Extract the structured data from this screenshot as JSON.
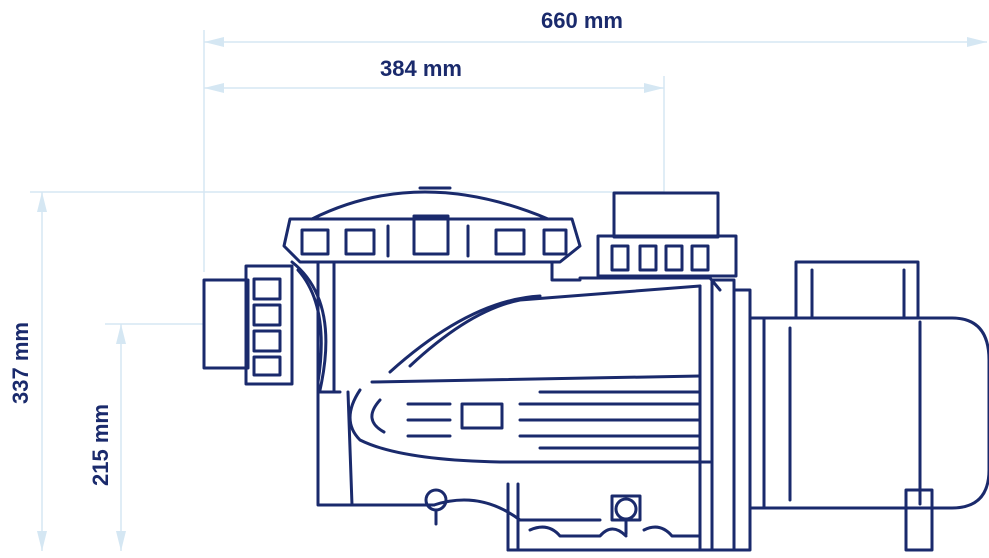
{
  "colors": {
    "dimension": "#d5e7f3",
    "dimension_text": "#1a2a6c",
    "drawing": "#1a2a6c",
    "background": "#ffffff"
  },
  "dimensions": {
    "overall_length": "660 mm",
    "inlet_to_outlet_length": "384 mm",
    "overall_height": "337 mm",
    "inlet_height": "215 mm"
  }
}
